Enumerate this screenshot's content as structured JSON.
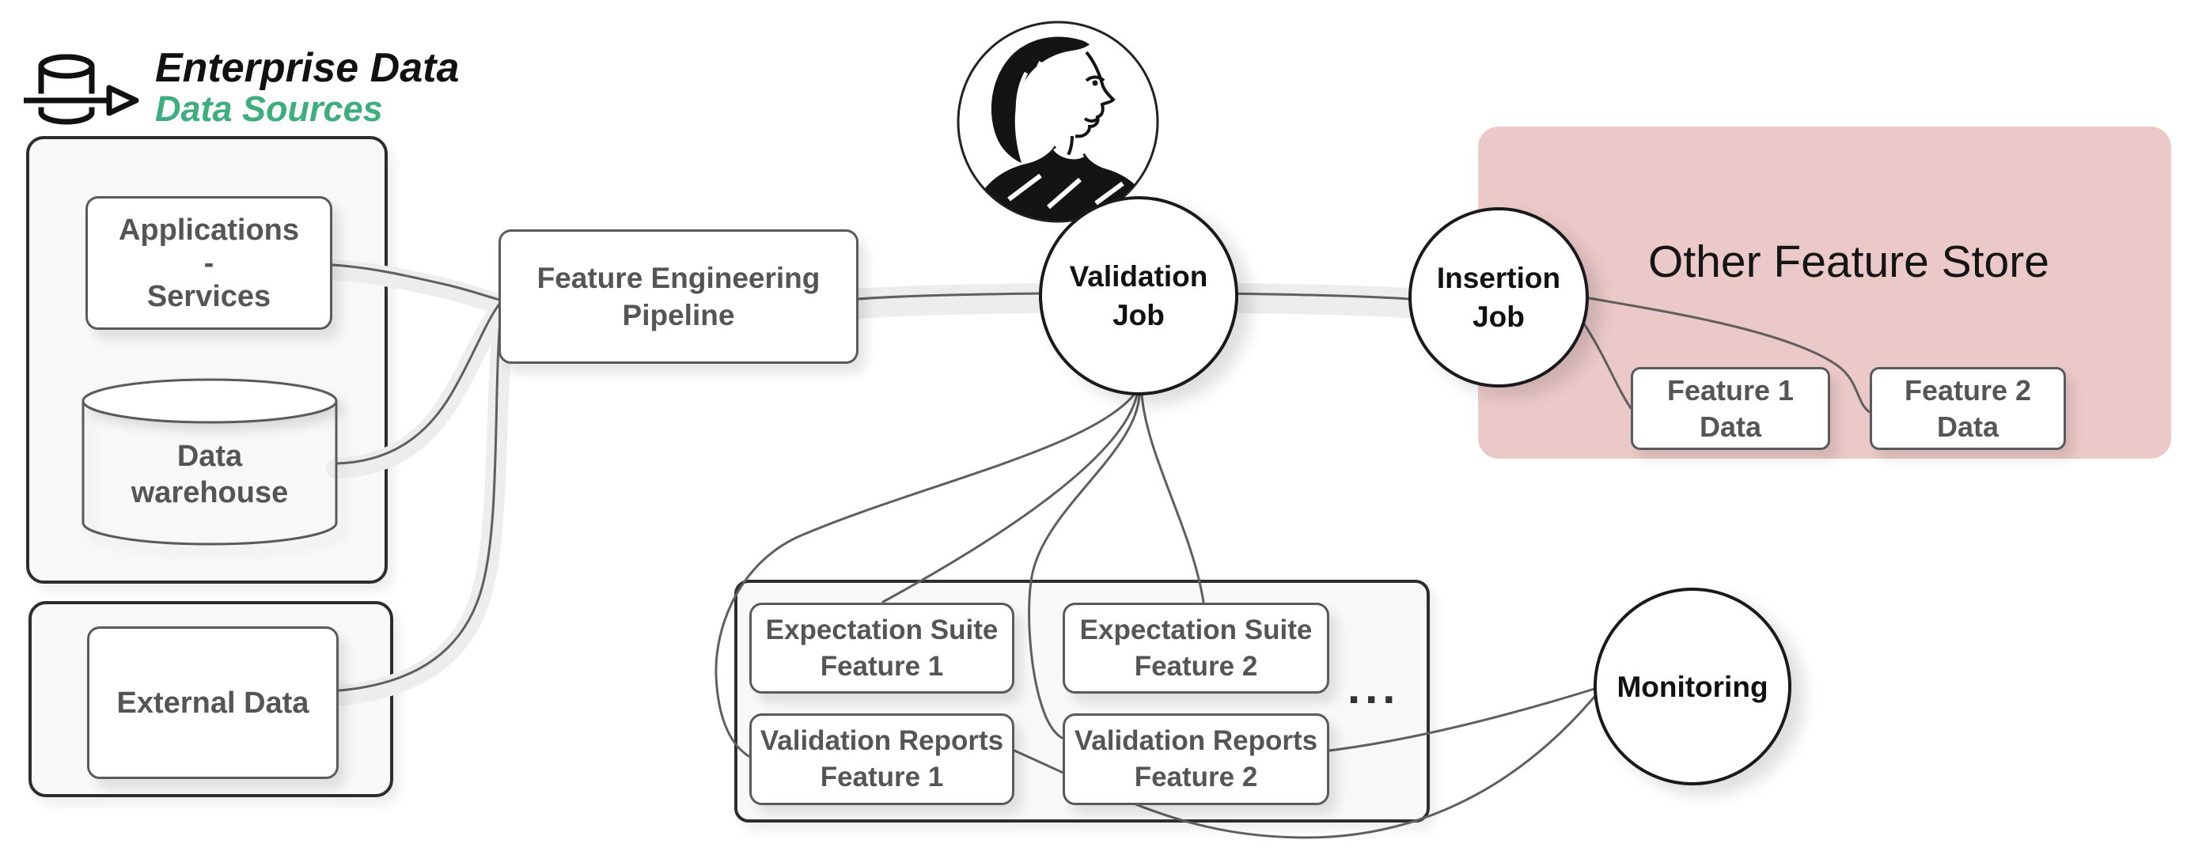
{
  "colors": {
    "accent_green": "#3fae7e",
    "store_pink": "#ecc9c9"
  },
  "header": {
    "title": "Enterprise Data",
    "subtitle": "Data Sources"
  },
  "sources_group": {
    "applications": {
      "line1": "Applications",
      "line2": "-",
      "line3": "Services"
    },
    "data_warehouse": {
      "line1": "Data",
      "line2": "warehouse"
    }
  },
  "external_group": {
    "external_data": {
      "label": "External Data"
    }
  },
  "pipeline": {
    "feature_engineering": {
      "line1": "Feature Engineering",
      "line2": "Pipeline"
    },
    "validation_job": {
      "line1": "Validation",
      "line2": "Job"
    },
    "insertion_job": {
      "line1": "Insertion",
      "line2": "Job"
    },
    "monitoring": {
      "label": "Monitoring"
    }
  },
  "feature_store": {
    "title": "Other Feature Store",
    "feature1": {
      "line1": "Feature 1",
      "line2": "Data"
    },
    "feature2": {
      "line1": "Feature 2",
      "line2": "Data"
    }
  },
  "validation_assets": {
    "expectation_suite_1": {
      "line1": "Expectation Suite",
      "line2": "Feature 1"
    },
    "expectation_suite_2": {
      "line1": "Expectation Suite",
      "line2": "Feature 2"
    },
    "validation_reports_1": {
      "line1": "Validation Reports",
      "line2": "Feature 1"
    },
    "validation_reports_2": {
      "line1": "Validation Reports",
      "line2": "Feature 2"
    },
    "more_indicator": "..."
  }
}
